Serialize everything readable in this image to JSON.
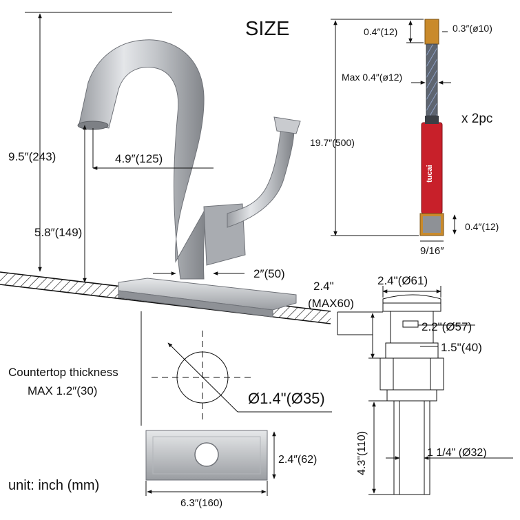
{
  "title": "SIZE",
  "faucet": {
    "height": "9.5″(243)",
    "spout_reach": "4.9″(125)",
    "spout_height": "5.8″(149)",
    "base_width": "2″(50)"
  },
  "hose": {
    "nut_length": "0.4″(12)",
    "tip_diameter": "0.3″(ø10)",
    "max_diameter": "Max 0.4″(ø12)",
    "length": "19.7″(500)",
    "quantity": "x 2pc",
    "bottom_nut": "0.4″(12)",
    "thread": "9/16″",
    "brand": "tucai"
  },
  "countertop": {
    "label_line1": "Countertop thickness",
    "label_line2": "MAX 1.2″(30)"
  },
  "hole": {
    "diameter": "Ø1.4\"(Ø35)"
  },
  "deck_plate": {
    "height": "2.4″(62)",
    "width": "6.3″(160)"
  },
  "drain": {
    "cap_diameter": "2.4\"(Ø61)",
    "height_line1": "2.4\"",
    "height_line2": "(MAX60)",
    "body_diameter": "2.2\"(Ø57)",
    "body_length": "1.5\"(40)",
    "tail_length": "4.3\"(110)",
    "tail_diameter": "1 1/4\" (Ø32)"
  },
  "unit": "unit: inch (mm)",
  "colors": {
    "steel_light": "#d8dadd",
    "steel_dark": "#8a8d92",
    "hose_red": "#c8202a",
    "brass": "#c98a2b",
    "braid": "#5e6570"
  },
  "icons": [
    "crosshair-icon",
    "arrow-icon"
  ]
}
